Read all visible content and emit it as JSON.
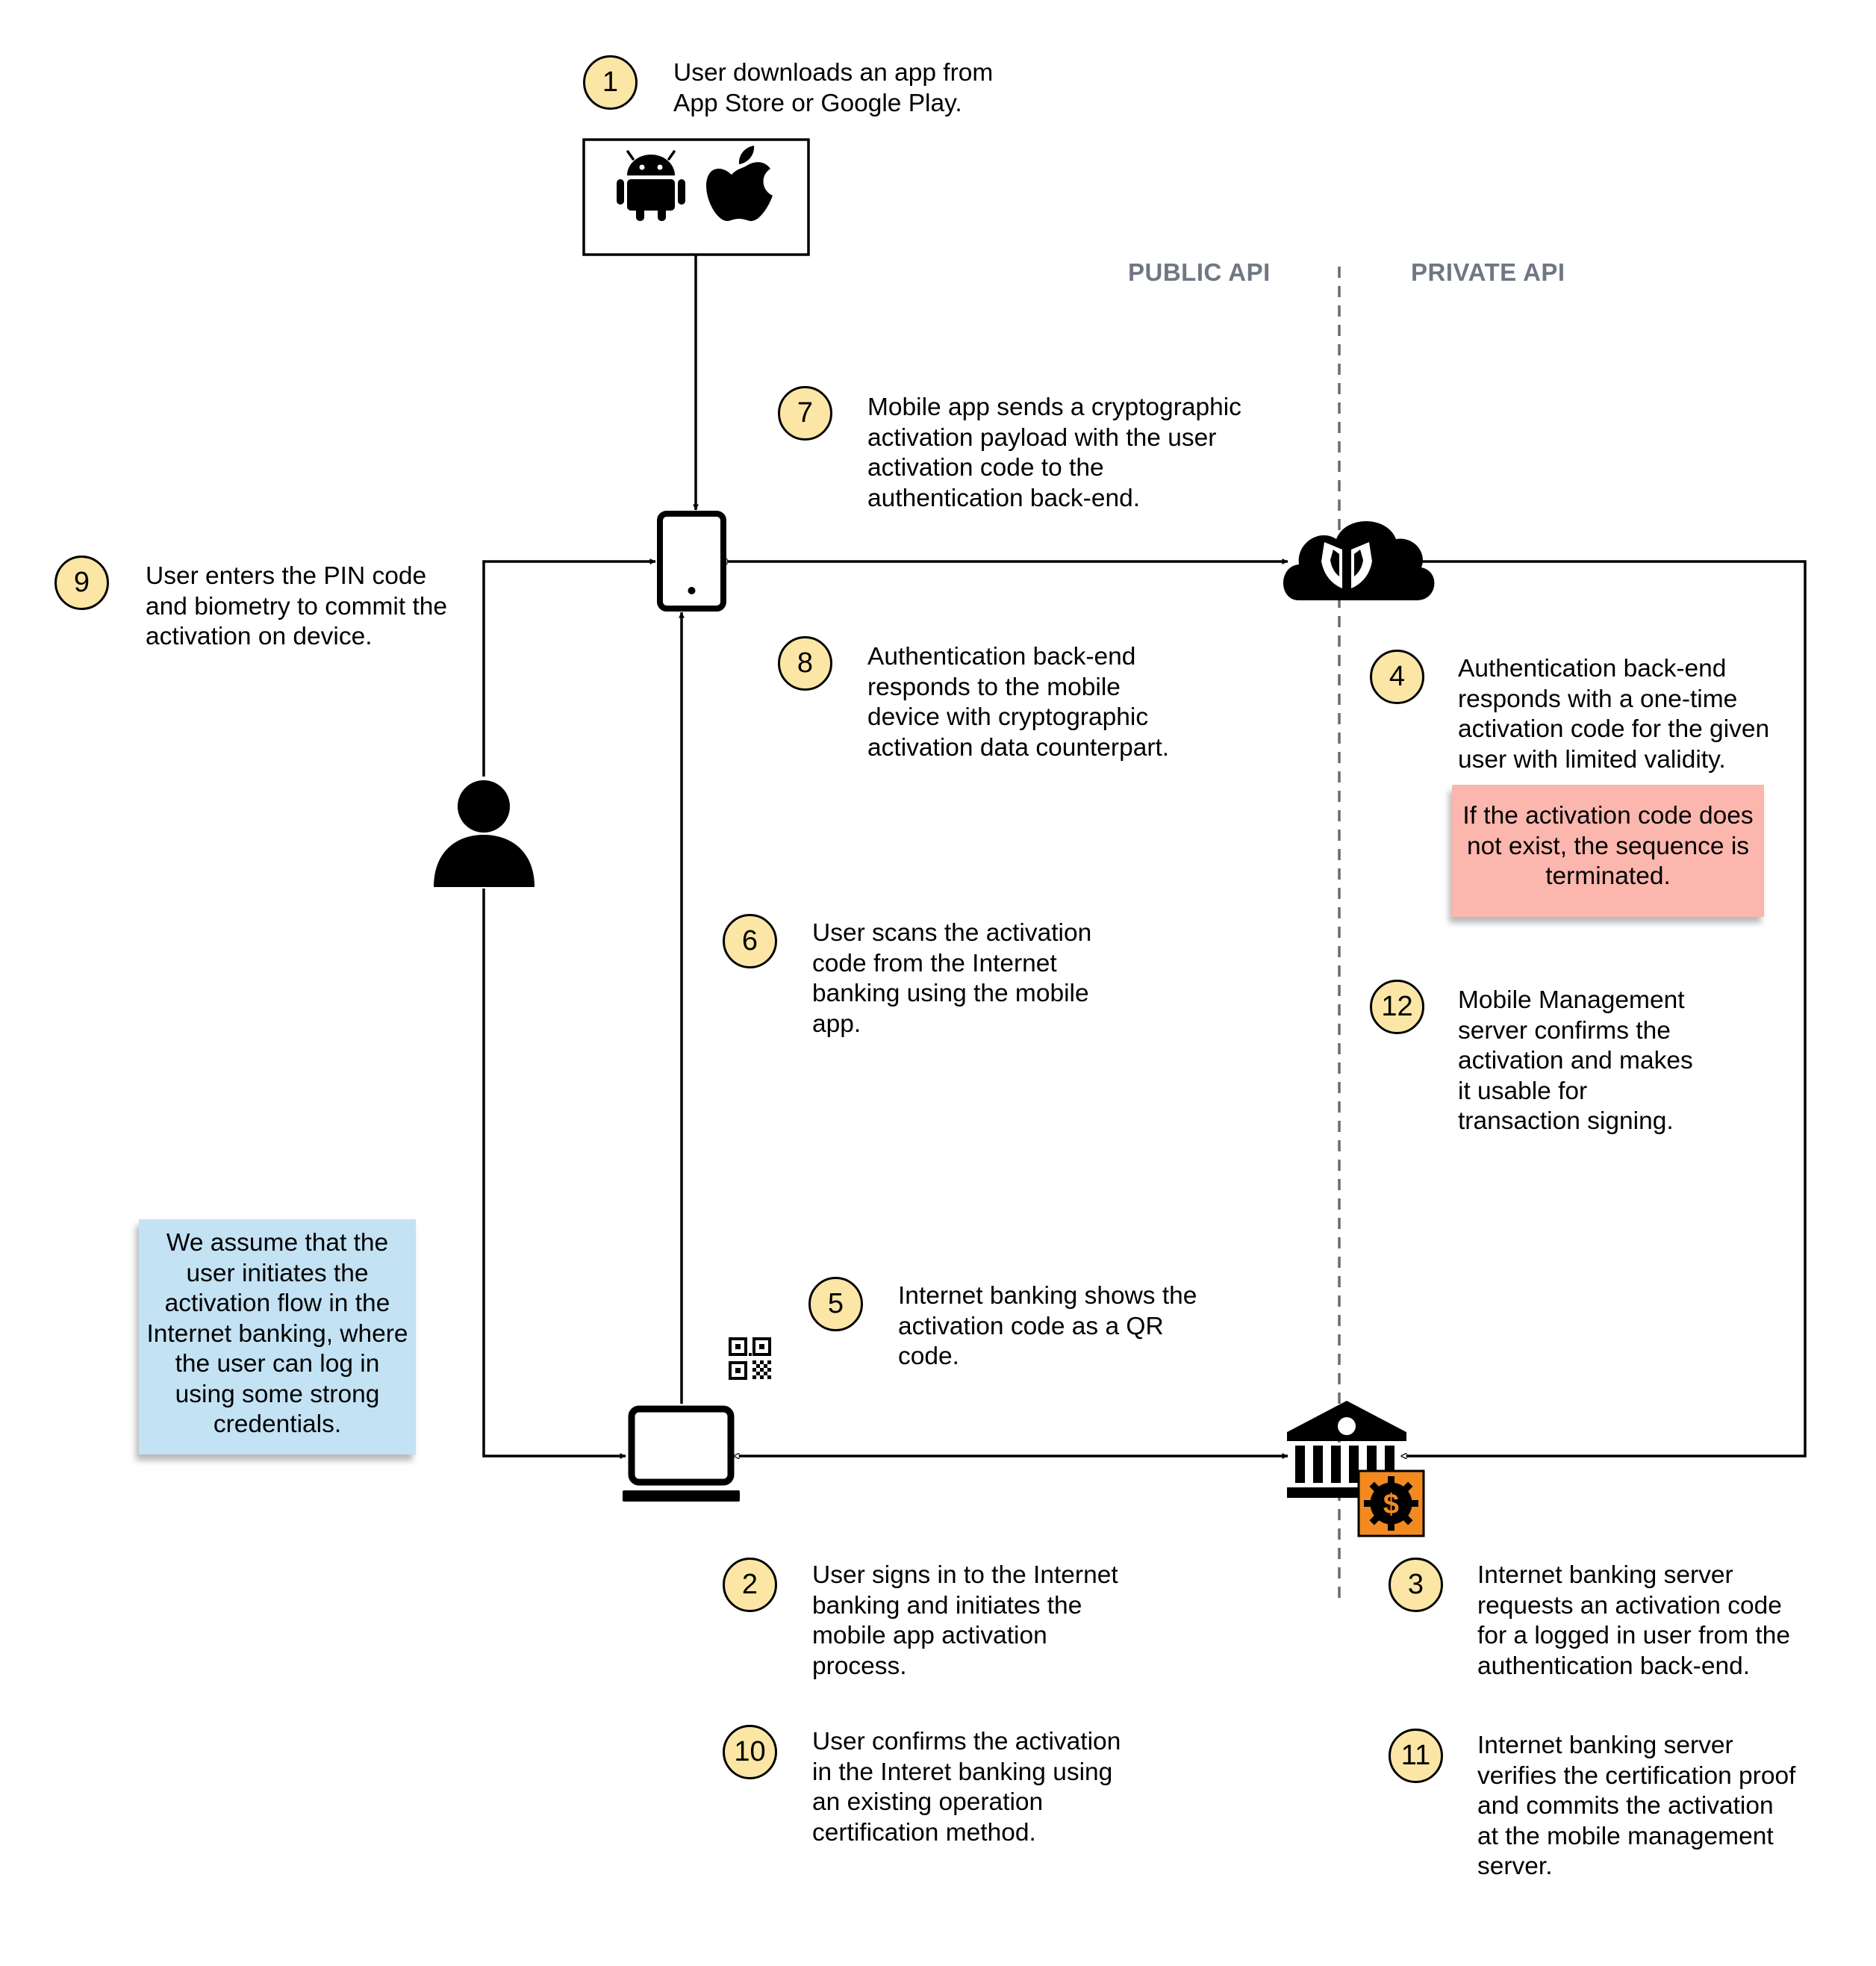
{
  "labels": {
    "public_api": "PUBLIC API",
    "private_api": "PRIVATE API"
  },
  "steps": [
    {
      "num": "1",
      "text": "User downloads an app from\nApp Store or Google Play."
    },
    {
      "num": "2",
      "text": "User signs in to the Internet\nbanking and initiates the\nmobile app activation\nprocess."
    },
    {
      "num": "3",
      "text": "Internet banking server\nrequests an activation code\nfor a logged in user from the\nauthentication back-end."
    },
    {
      "num": "4",
      "text": "Authentication back-end\nresponds with a one-time\nactivation code for the given\nuser with limited validity."
    },
    {
      "num": "5",
      "text": "Internet banking shows the\nactivation code as a QR\ncode."
    },
    {
      "num": "6",
      "text": "User scans the activation\ncode from the Internet\nbanking using the mobile\napp."
    },
    {
      "num": "7",
      "text": "Mobile app sends a cryptographic\nactivation payload with the user\nactivation code to the\nauthentication back-end."
    },
    {
      "num": "8",
      "text": "Authentication back-end\nresponds to the mobile\ndevice with cryptographic\nactivation data counterpart."
    },
    {
      "num": "9",
      "text": "User enters the PIN code\nand biometry to commit the\nactivation on device."
    },
    {
      "num": "10",
      "text": "User confirms the activation\nin the Interet banking using\nan existing operation\ncertification method."
    },
    {
      "num": "11",
      "text": "Internet banking server\nverifies the certification proof\nand commits the activation\nat the mobile management\nserver."
    },
    {
      "num": "12",
      "text": "Mobile Management\nserver confirms the\nactivation and makes\nit usable for\ntransaction signing."
    }
  ],
  "notes": {
    "assumption": "We assume that the\nuser initiates the\nactivation flow in the\nInternet banking, where\nthe user can log in\nusing some strong\ncredentials.",
    "termination": "If the activation code does\nnot exist, the sequence is\nterminated."
  },
  "icons": {
    "store": [
      "android-icon",
      "apple-icon"
    ],
    "mobile": "smartphone-icon",
    "user": "user-icon",
    "laptop": "laptop-icon",
    "qr": "qr-code-icon",
    "cloud": "cloud-shield-icon",
    "bank": "bank-icon",
    "badge": "dollar-badge-icon"
  },
  "colors": {
    "step_fill": "#fbe6a6",
    "note_blue": "#c3e2f4",
    "note_red": "#fbb6ad",
    "badge_orange": "#f28a20",
    "api_label": "#707783"
  }
}
